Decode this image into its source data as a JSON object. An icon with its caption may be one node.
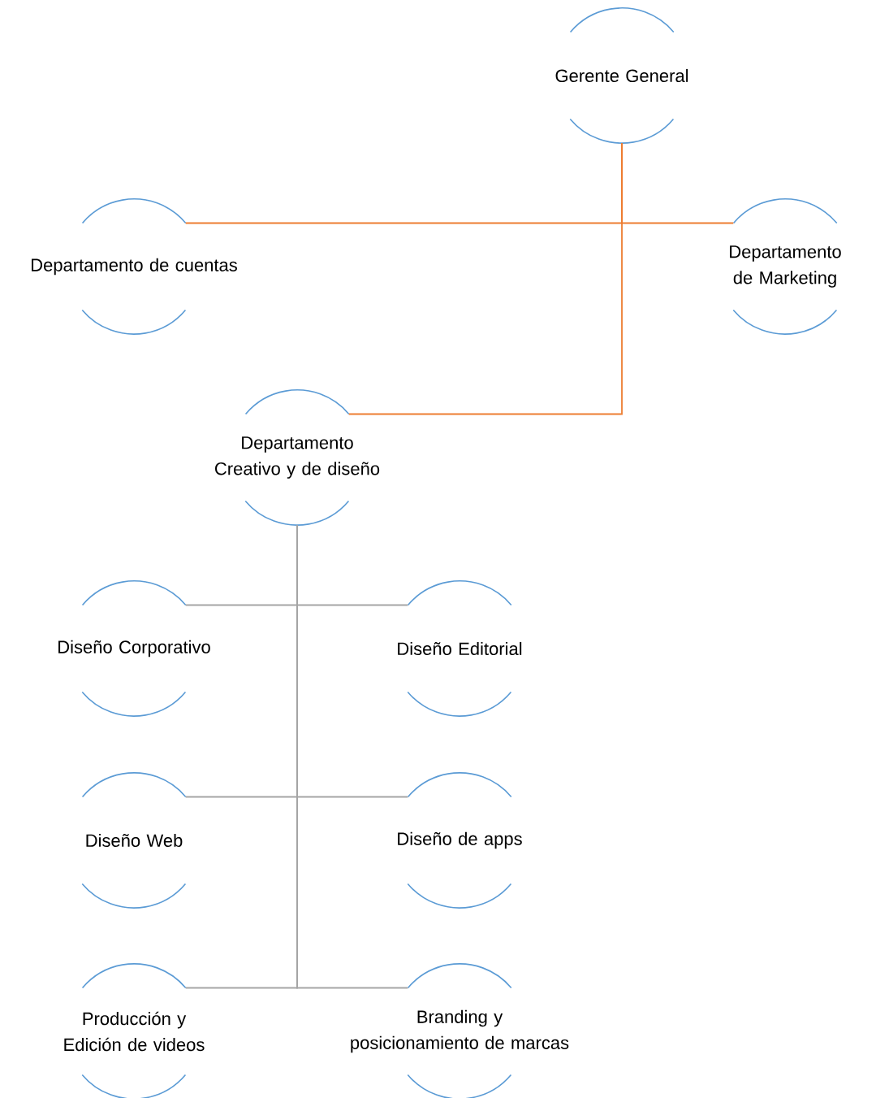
{
  "diagram": {
    "nodes": [
      {
        "text": [
          "Gerente General"
        ]
      },
      {
        "text": [
          "Departamento de cuentas"
        ]
      },
      {
        "text": [
          "Departamento de Marketing"
        ]
      },
      {
        "text": [
          "Departamento Creativo y de diseño"
        ]
      },
      {
        "text": [
          "Diseño Corporativo"
        ]
      },
      {
        "text": [
          "Diseño Editorial"
        ]
      },
      {
        "text": [
          "Diseño Web"
        ]
      },
      {
        "text": [
          "Diseño de apps"
        ]
      },
      {
        "text": [
          "Producción y Edición de videos"
        ]
      },
      {
        "text": [
          "Branding y posicionamiento de marcas"
        ]
      }
    ],
    "edges": [
      {
        "from": 0,
        "to": 1,
        "arrow": "none",
        "color": "#ed7d31"
      },
      {
        "from": 0,
        "to": 2,
        "arrow": "none",
        "color": "#ed7d31"
      },
      {
        "from": 0,
        "to": 3,
        "arrow": "none",
        "color": "#ed7d31"
      },
      {
        "from": 3,
        "to": 4,
        "arrow": "none"
      },
      {
        "from": 3,
        "to": 5,
        "arrow": "none"
      },
      {
        "from": 3,
        "to": 6,
        "arrow": "none"
      },
      {
        "from": 3,
        "to": 7,
        "arrow": "none"
      },
      {
        "from": 3,
        "to": 8,
        "arrow": "none"
      },
      {
        "from": 3,
        "to": 9,
        "arrow": "none"
      }
    ]
  }
}
